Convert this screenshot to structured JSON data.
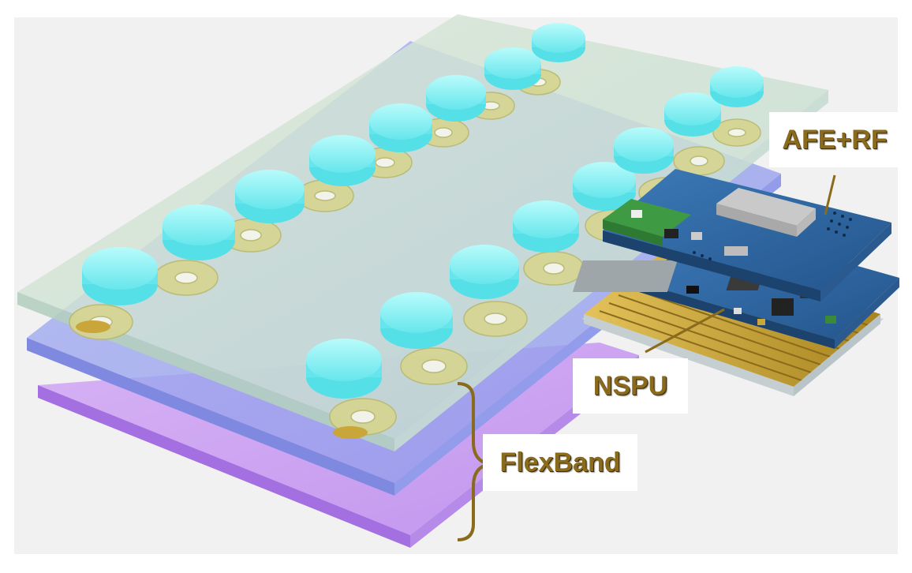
{
  "labels": {
    "afe_rf": "AFE+RF",
    "nspu": "NSPU",
    "flexband": "FlexBand"
  },
  "colors": {
    "top_layer": "#cfe3cf",
    "middle_layer": "#9aa6ee",
    "bottom_layer": "#c79af0",
    "electrode": "#7ff0f0",
    "ring_pad": "#cfcf8a",
    "pcb": "#2f6aa8",
    "gold_trace": "#c9a53a",
    "callout_text": "#8a6a1c"
  }
}
